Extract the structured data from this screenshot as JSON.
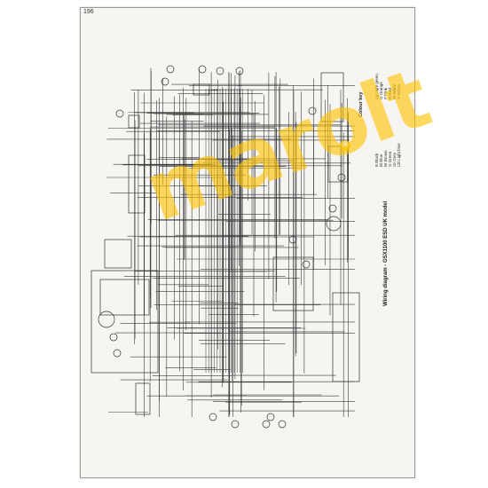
{
  "page": {
    "number": "196"
  },
  "diagram": {
    "title": "Wiring diagram - GSX1100 ESD UK model",
    "colour_key": {
      "heading": "Colour key",
      "entries": [
        {
          "code": "B",
          "name": "Black"
        },
        {
          "code": "Bl",
          "name": "Blue"
        },
        {
          "code": "Br",
          "name": "Brown"
        },
        {
          "code": "G",
          "name": "Green"
        },
        {
          "code": "Gr",
          "name": "Grey"
        },
        {
          "code": "Lbl",
          "name": "Light blue"
        },
        {
          "code": "Lg",
          "name": "Light green"
        },
        {
          "code": "O",
          "name": "Orange"
        },
        {
          "code": "P",
          "name": "Pink"
        },
        {
          "code": "R",
          "name": "Red"
        },
        {
          "code": "W",
          "name": "White"
        },
        {
          "code": "Y",
          "name": "Yellow"
        }
      ]
    }
  },
  "watermark": {
    "text": "marolt",
    "mark": "®"
  },
  "colors": {
    "paper": "#f6f5f2",
    "ink": "#3a3a3a",
    "watermark": "#ffc400"
  }
}
